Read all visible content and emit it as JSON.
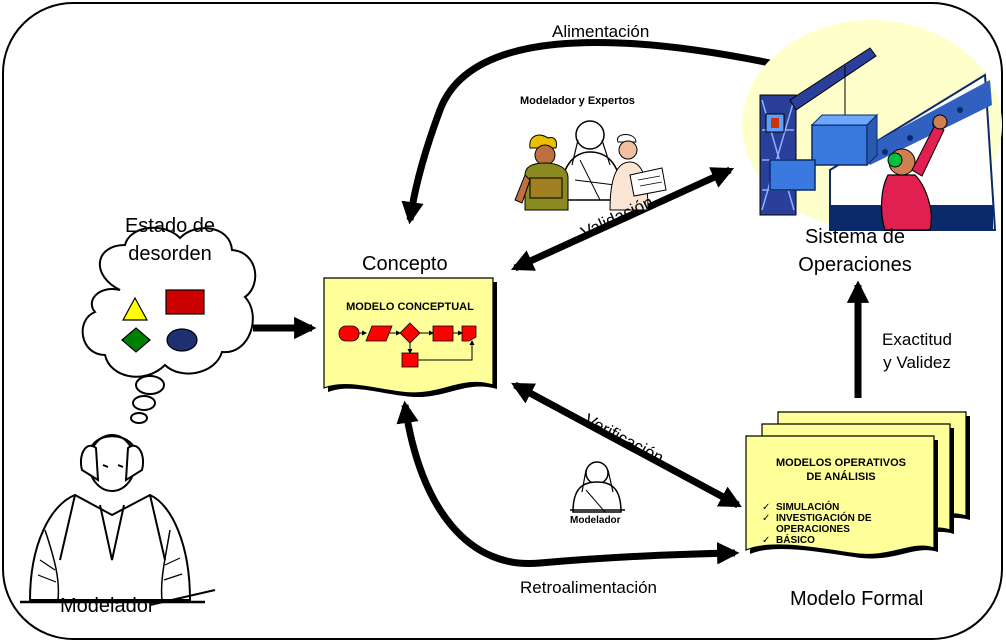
{
  "labels": {
    "alimentacion": "Alimentación",
    "modelador_expertos": "Modelador y Expertos",
    "estado_line1": "Estado de",
    "estado_line2": "desorden",
    "concepto": "Concepto",
    "validacion": "Validación",
    "sistema_line1": "Sistema de",
    "sistema_line2": "Operaciones",
    "exactitud_line1": "Exactitud",
    "exactitud_line2": "y Validez",
    "verificacion": "Verificación",
    "modelador_small": "Modelador",
    "retroalimentacion": "Retroalimentación",
    "modelo_formal": "Modelo Formal",
    "modelador": "Modelador"
  },
  "modelo_conceptual": {
    "title": "MODELO CONCEPTUAL"
  },
  "modelos_operativos": {
    "title_line1": "MODELOS OPERATIVOS",
    "title_line2": "DE ANÁLISIS",
    "items": [
      "SIMULACIÓN",
      "INVESTIGACIÓN DE OPERACIONES",
      "BÁSICO"
    ]
  },
  "colors": {
    "document_fill": "#ffff99",
    "cloud_fill": "#ffffff",
    "triangle": "#ffff00",
    "rectangle": "#cc0000",
    "diamond": "#008000",
    "ellipse": "#1f2f6f",
    "flow_red": "#ff0000",
    "sky": "#ffffcc"
  }
}
